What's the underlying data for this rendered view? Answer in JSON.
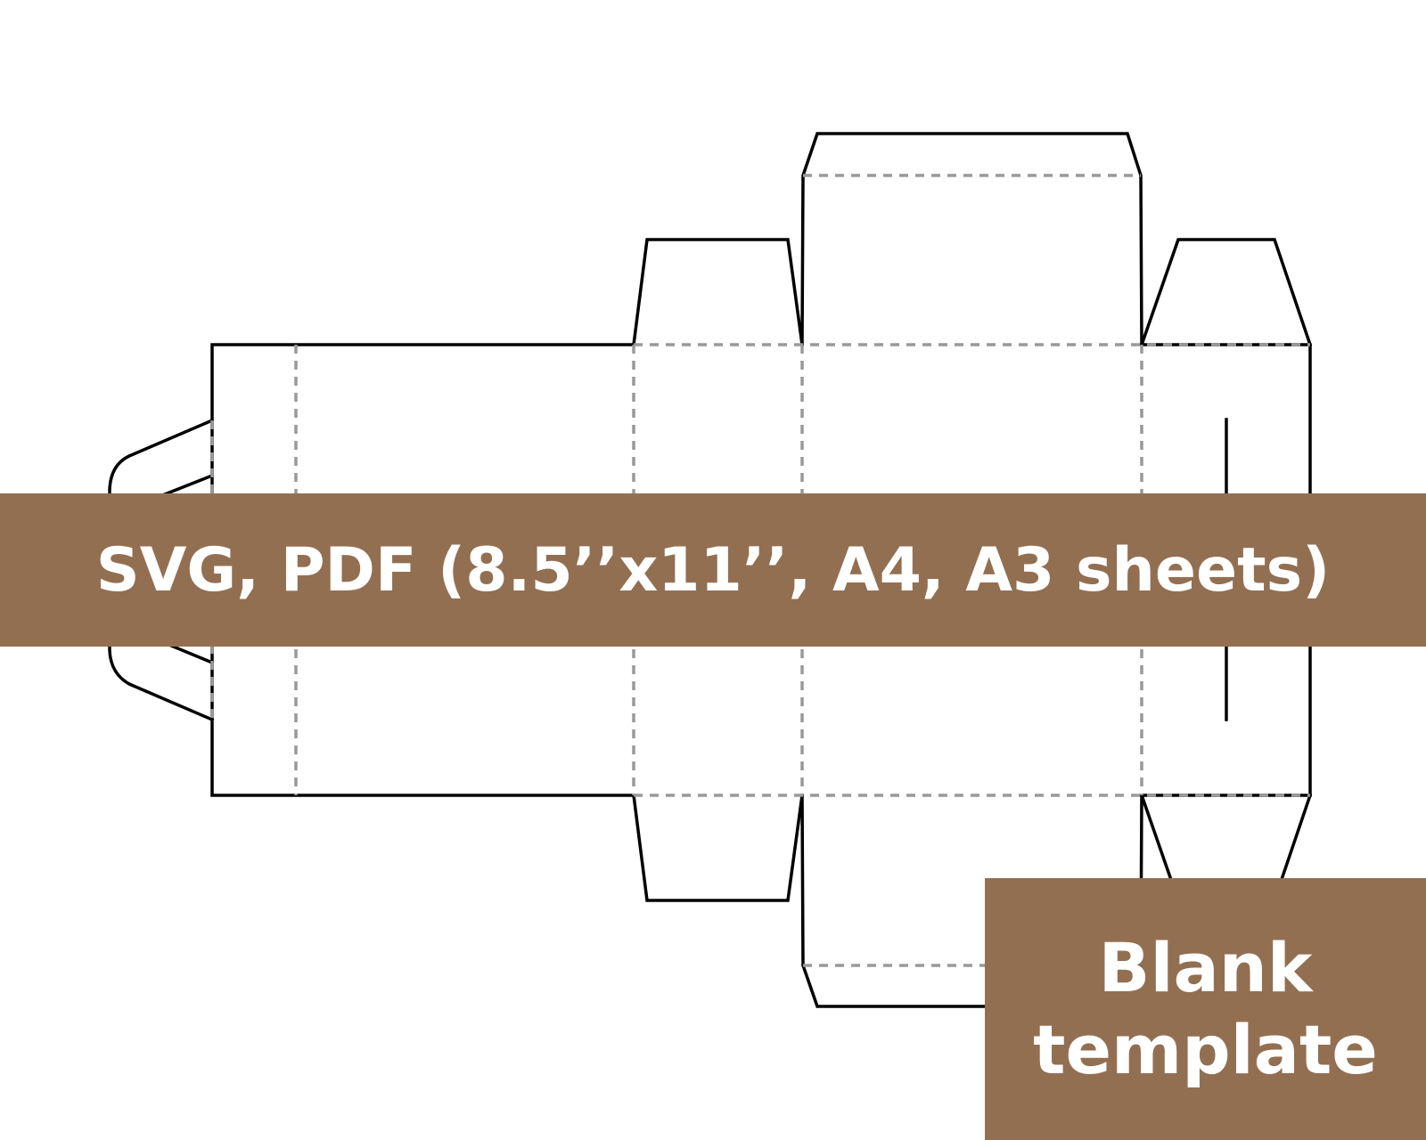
{
  "diagram": {
    "kind": "box dieline",
    "legend": {
      "cut_line_color": "#000000",
      "fold_line_color": "#999999",
      "fold_line_style": "dashed"
    }
  },
  "banner": {
    "text": "SVG, PDF (8.5’’x11’’, A4, A3 sheets)",
    "background": "#936f52",
    "text_color": "#ffffff"
  },
  "badge": {
    "line1": "Blank",
    "line2": "template",
    "background": "#936f52",
    "text_color": "#ffffff"
  }
}
